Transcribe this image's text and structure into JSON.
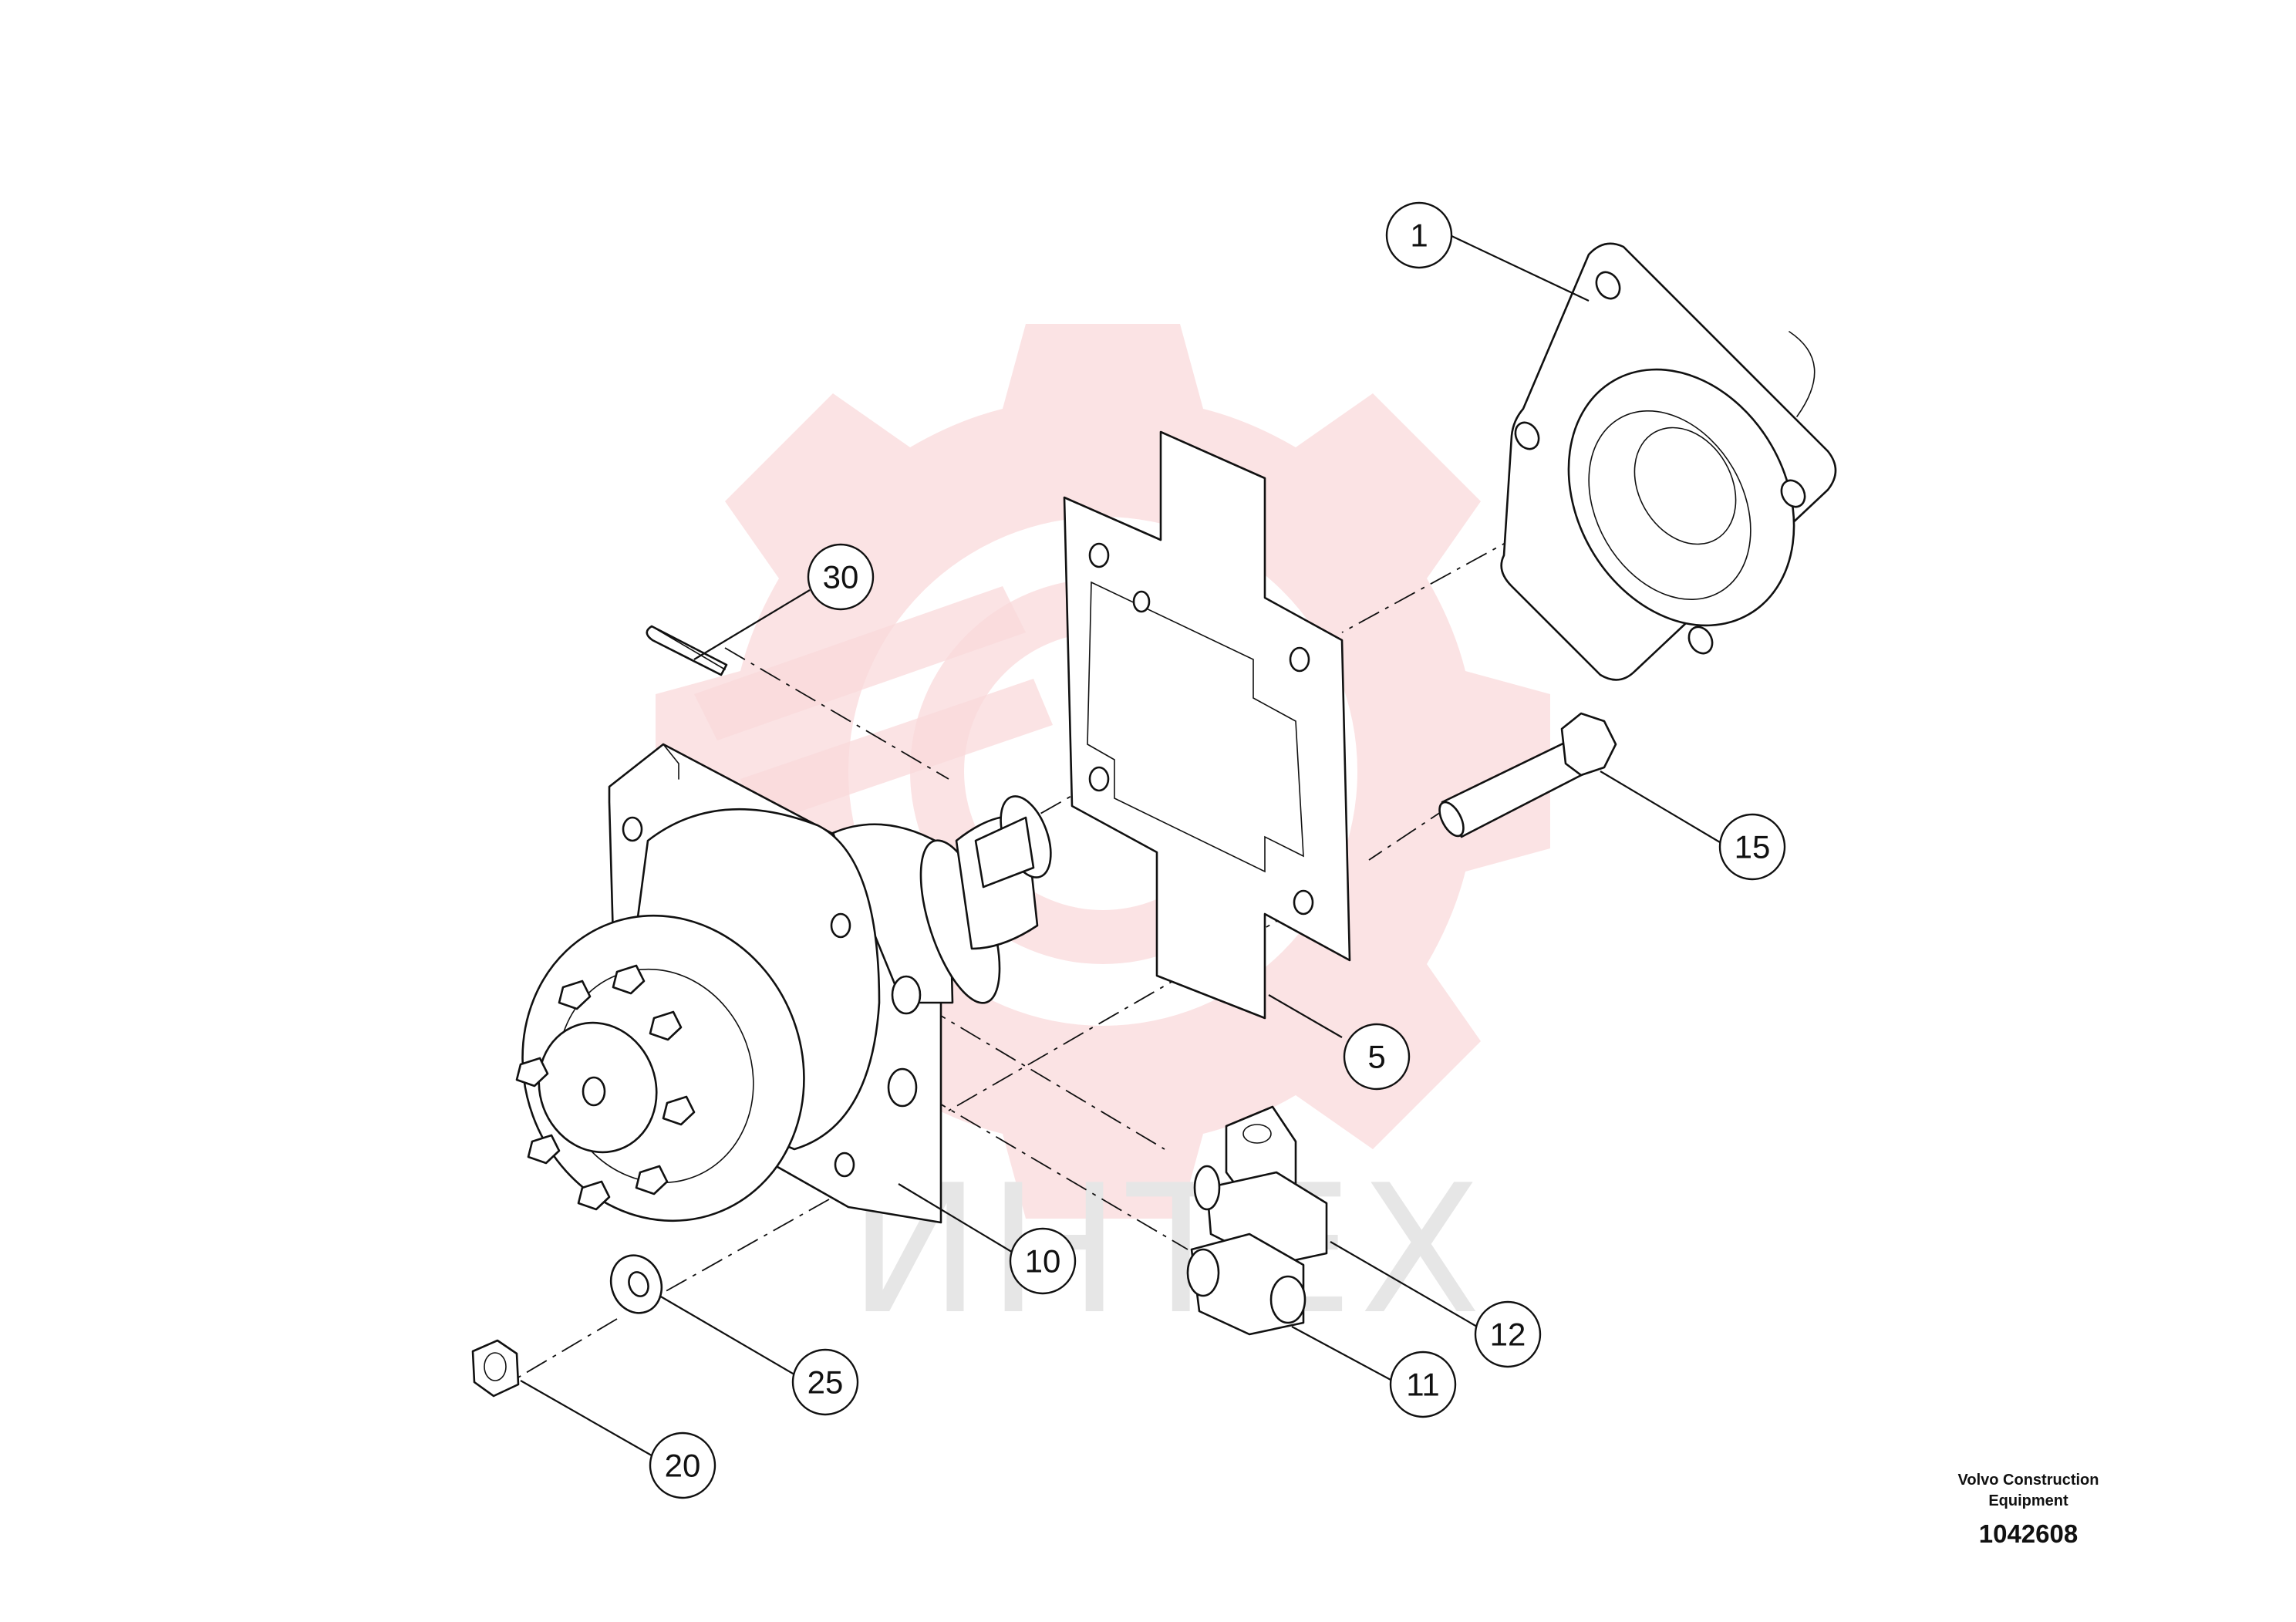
{
  "callouts": [
    {
      "id": "c1",
      "label": "1"
    },
    {
      "id": "c5",
      "label": "5"
    },
    {
      "id": "c10",
      "label": "10"
    },
    {
      "id": "c11",
      "label": "11"
    },
    {
      "id": "c12",
      "label": "12"
    },
    {
      "id": "c15",
      "label": "15"
    },
    {
      "id": "c20",
      "label": "20"
    },
    {
      "id": "c25",
      "label": "25"
    },
    {
      "id": "c30",
      "label": "30"
    }
  ],
  "watermark": {
    "text": "ИНТЕХ",
    "icon": "gear-icon",
    "color": "#f5c2c6"
  },
  "credit": {
    "line1": "Volvo Construction",
    "line2": "Equipment",
    "drawing_number": "1042608"
  }
}
